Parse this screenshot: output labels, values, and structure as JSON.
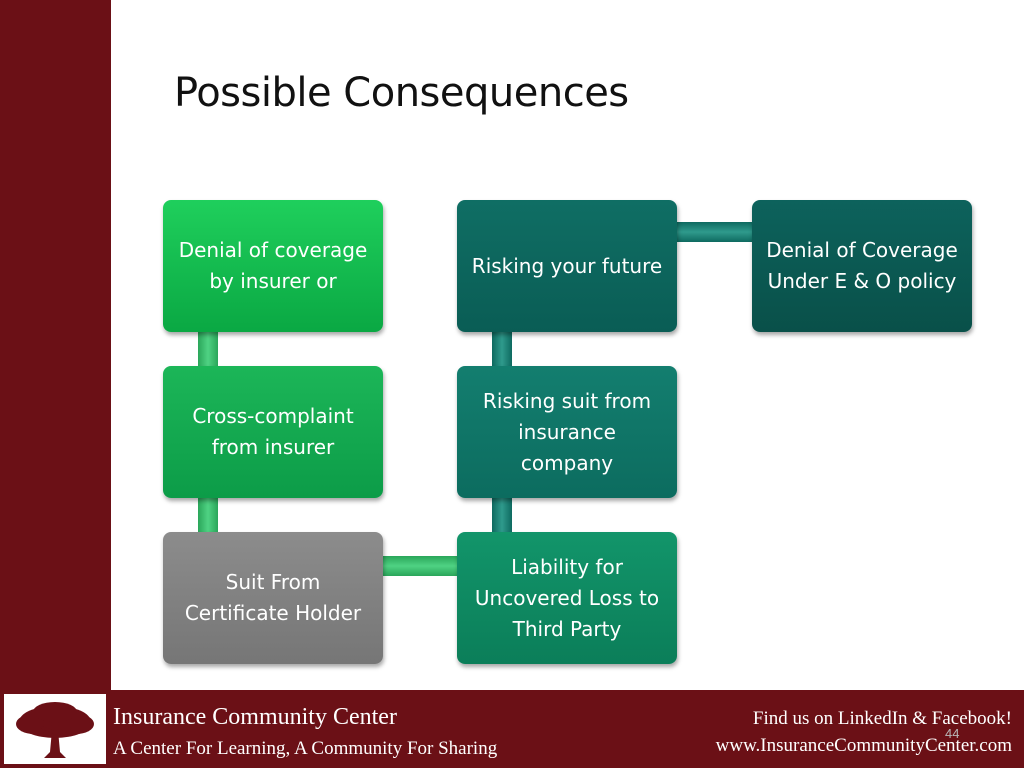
{
  "slide": {
    "title": "Possible Consequences",
    "page_number": "44"
  },
  "diagram": {
    "boxes": [
      {
        "id": "denial-insurer",
        "label": "Denial of coverage by insurer or",
        "color": "#0aa843"
      },
      {
        "id": "cross-complaint",
        "label": "Cross-complaint from insurer",
        "color": "#0c9c48"
      },
      {
        "id": "suit-certificate",
        "label": "Suit From Certificate Holder",
        "color": "#767676"
      },
      {
        "id": "liability-loss",
        "label": "Liability for Uncovered Loss to Third Party",
        "color": "#0b7e59"
      },
      {
        "id": "risking-suit",
        "label": "Risking suit from insurance company",
        "color": "#0c6c5f"
      },
      {
        "id": "risking-future",
        "label": "Risking your future",
        "color": "#0a5d55"
      },
      {
        "id": "denial-eo",
        "label": "Denial of Coverage Under E & O policy",
        "color": "#095049"
      }
    ]
  },
  "footer": {
    "org_name": "Insurance Community Center",
    "tagline": "A Center For Learning, A Community For Sharing",
    "social": "Find us on LinkedIn & Facebook!",
    "url": "www.InsuranceCommunityCenter.com",
    "logo_icon": "tree-logo-icon"
  }
}
